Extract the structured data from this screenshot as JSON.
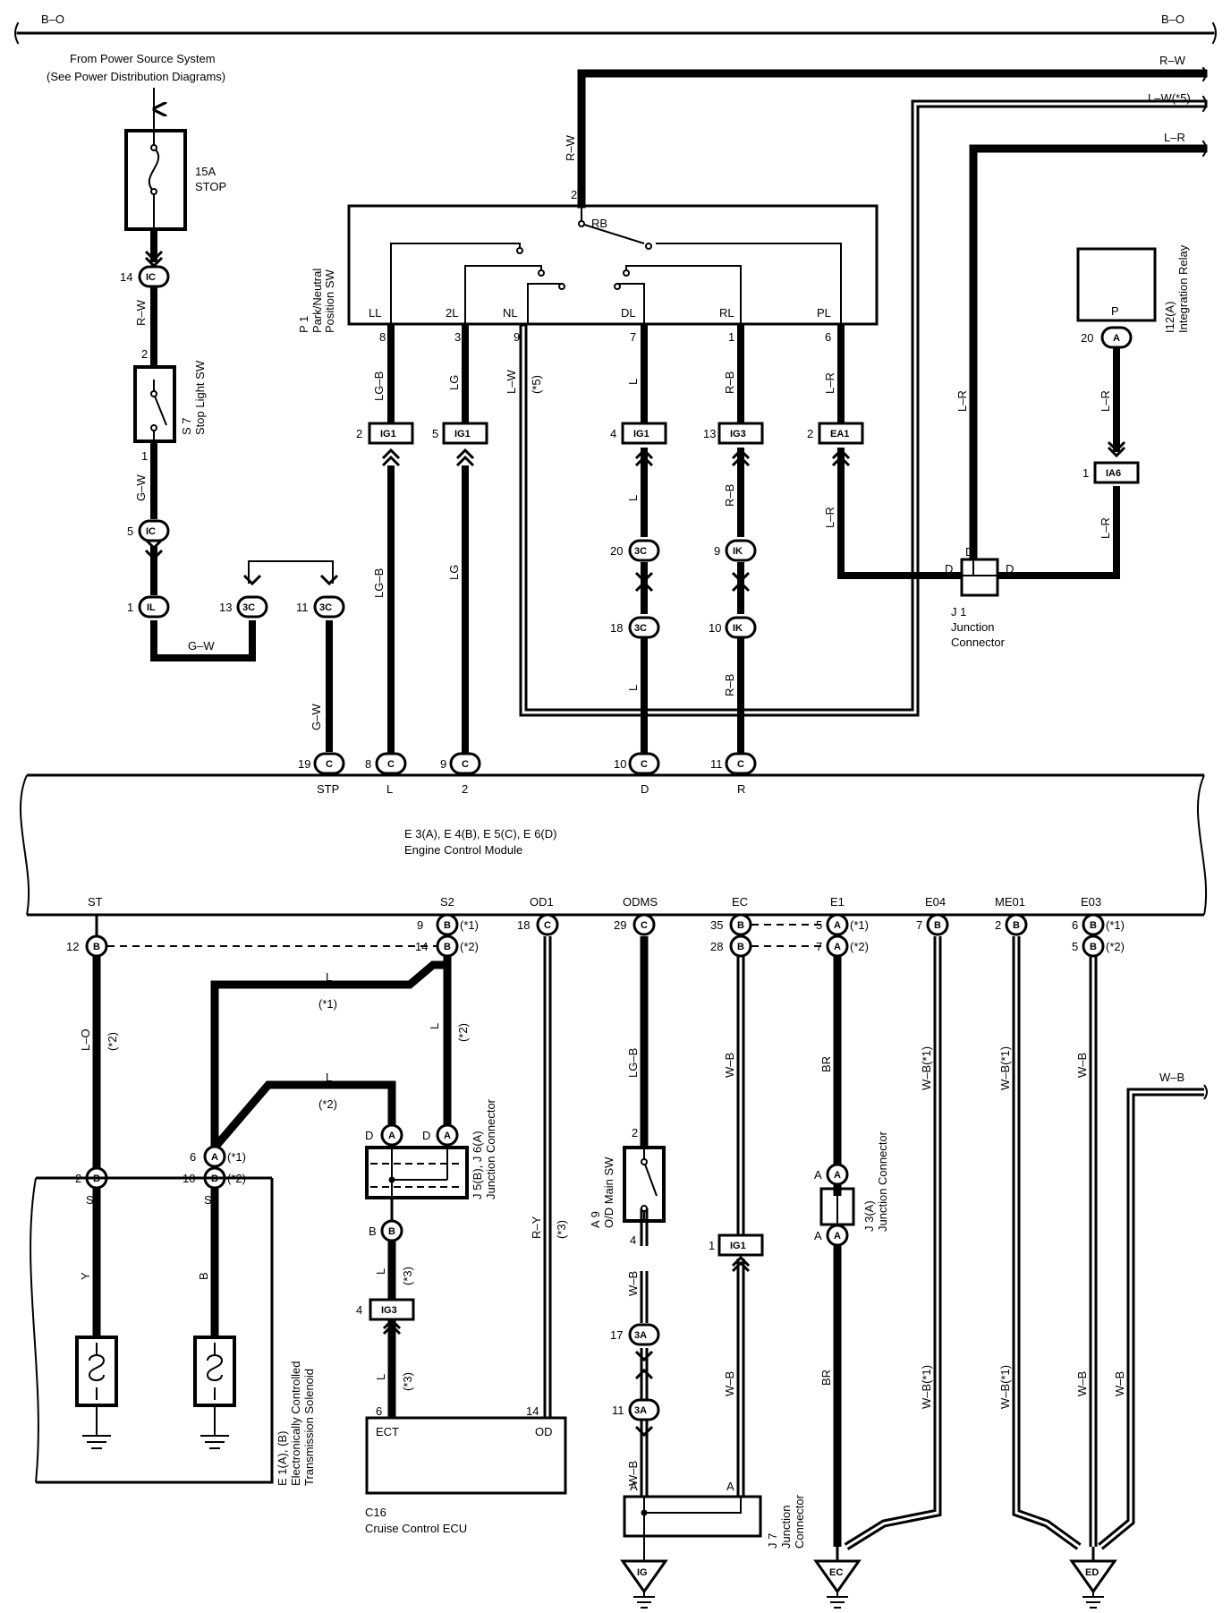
{
  "top_wires": {
    "bo_left": "B–O",
    "bo_right": "B–O",
    "rw": "R–W",
    "lw5": "L–W(*5)",
    "lr": "L–R"
  },
  "power_source": {
    "line1": "From Power Source System",
    "line2": "(See Power Distribution Diagrams)"
  },
  "fuse": {
    "rating": "15A",
    "name": "STOP"
  },
  "stop_light_sw": {
    "code": "S 7",
    "name": "Stop Light SW"
  },
  "pn_switch": {
    "code": "P 1",
    "name1": "Park/Neutral",
    "name2": "Position SW",
    "rb": "RB"
  },
  "pn_terminals": [
    "LL",
    "2L",
    "NL",
    "DL",
    "RL",
    "PL"
  ],
  "integration_relay": {
    "code": "I12(A)",
    "name": "Integration Relay",
    "terminal": "P"
  },
  "junction_j1": {
    "code": "J 1",
    "line1": "Junction",
    "line2": "Connector"
  },
  "ecm": {
    "codes": "E 3(A), E 4(B), E 5(C), E 6(D)",
    "name": "Engine Control Module"
  },
  "ecm_top_terminals": [
    "STP",
    "L",
    "2",
    "D",
    "R"
  ],
  "ecm_bottom_terminals": [
    "ST",
    "S2",
    "OD1",
    "ODMS",
    "EC",
    "E1",
    "E04",
    "ME01",
    "E03"
  ],
  "solenoid": {
    "code": "E 1(A), (B)",
    "line1": "Electronically Controlled",
    "line2": "Transmission Solenoid",
    "t1": "ST",
    "t2": "S2"
  },
  "j5j6": {
    "code": "J 5(B), J 6(A)",
    "name": "Junction Connector"
  },
  "cruise_ecu": {
    "code": "C16",
    "name": "Cruise Control ECU",
    "t1": "ECT",
    "t2": "OD"
  },
  "od_main_sw": {
    "code": "A 9",
    "name": "O/D Main SW"
  },
  "j7": {
    "code": "J 7",
    "line1": "Junction",
    "line2": "Connector"
  },
  "j3": {
    "code": "J 3(A)",
    "name": "Junction Connector"
  },
  "grounds": [
    "IG",
    "EC",
    "ED"
  ],
  "wire_colors": {
    "rw": "R–W",
    "gw": "G–W",
    "lgb": "LG–B",
    "lg": "LG",
    "lw": "L–W",
    "l": "L",
    "rb": "R–B",
    "lr": "L–R",
    "lo": "L–O",
    "y": "Y",
    "b": "B",
    "ry": "R–Y",
    "wb": "W–B",
    "wb1": "W–B(*1)",
    "br": "BR"
  },
  "notes": {
    "n1": "(*1)",
    "n2": "(*2)",
    "n3": "(*3)",
    "n5": "(*5)"
  }
}
